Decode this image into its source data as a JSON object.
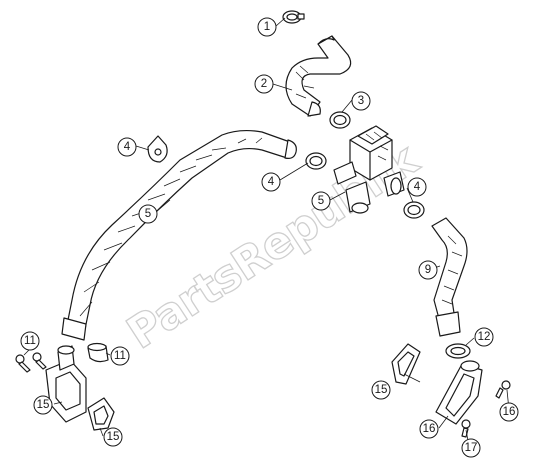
{
  "watermark": "PartsRepublik",
  "callouts": [
    "1",
    "2",
    "3",
    "4",
    "4",
    "4",
    "5",
    "5",
    "9",
    "11",
    "11",
    "12",
    "15",
    "15",
    "15",
    "16",
    "16",
    "17"
  ]
}
